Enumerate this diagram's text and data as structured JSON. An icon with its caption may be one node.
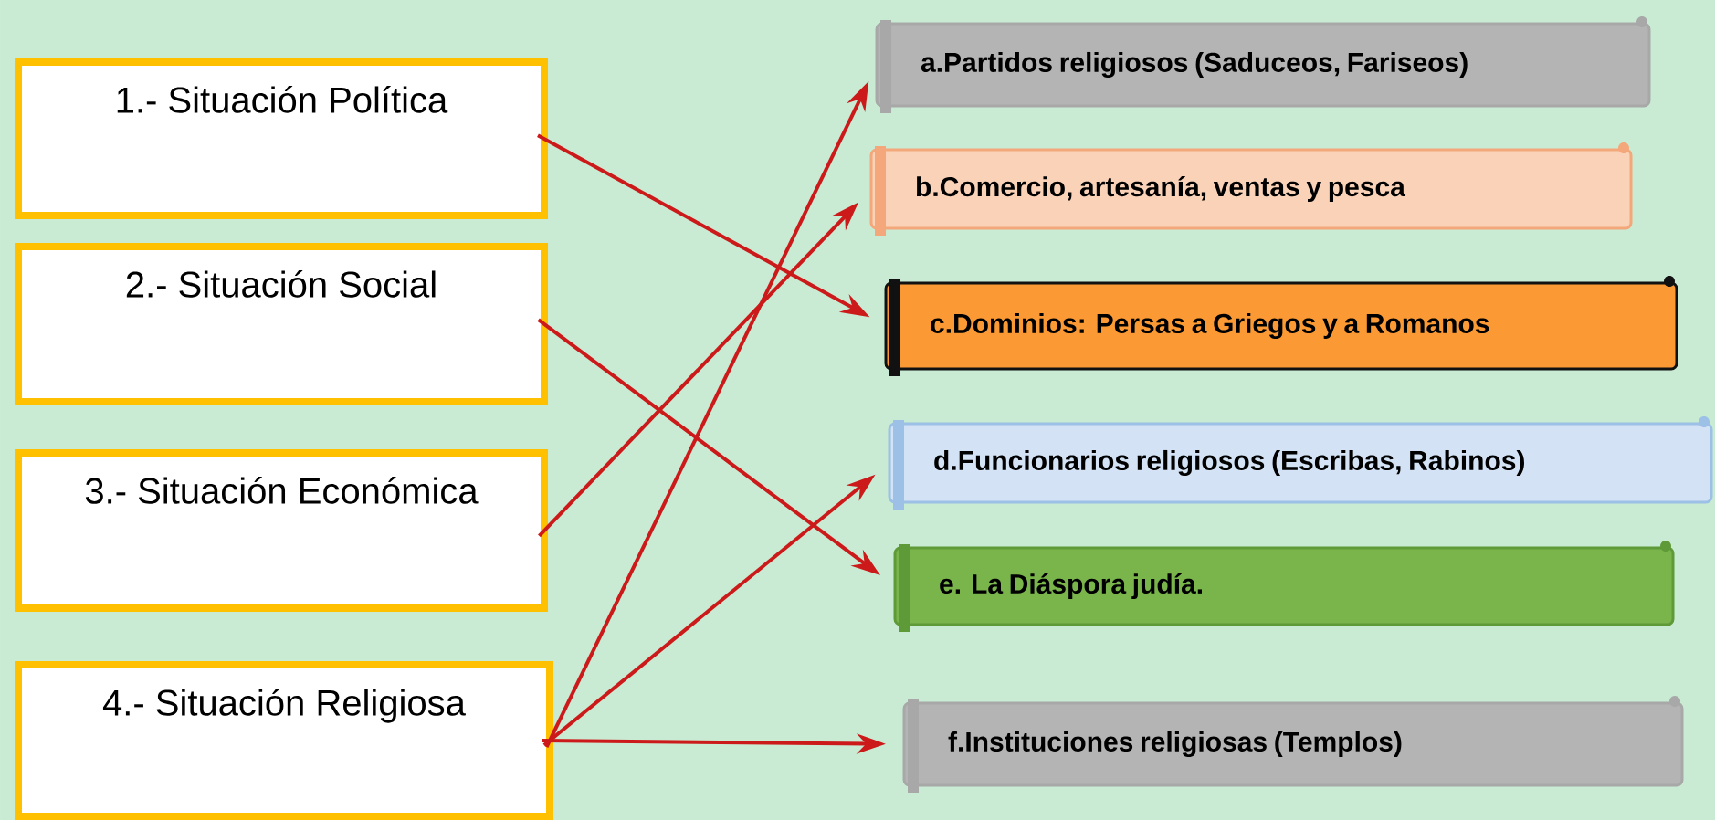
{
  "diagram": {
    "nodes": [
      {
        "text": [
          "1.- Situación Política"
        ]
      },
      {
        "text": [
          "2.- Situación Social"
        ]
      },
      {
        "text": [
          "3.- Situación Económica"
        ]
      },
      {
        "text": [
          "4.- Situación Religiosa"
        ]
      },
      {
        "text": [
          "a.Partidos religiosos (Saduceos, Fariseos)"
        ]
      },
      {
        "text": [
          "b.Comercio, artesanía, ventas y pesca"
        ]
      },
      {
        "text": [
          "c.Dominios: Persas a Griegos y a Romanos"
        ]
      },
      {
        "text": [
          "d.Funcionarios religiosos (Escribas, Rabinos)"
        ]
      },
      {
        "text": [
          "e. La Diáspora  judía."
        ]
      },
      {
        "text": [
          "f.Instituciones religiosas (Templos)"
        ]
      }
    ],
    "edges": [
      {
        "from": 0,
        "to": 6,
        "arrow": "to"
      },
      {
        "from": 1,
        "to": 8,
        "arrow": "to"
      },
      {
        "from": 2,
        "to": 5,
        "arrow": "to"
      },
      {
        "from": 3,
        "to": 4,
        "arrow": "to"
      },
      {
        "from": 3,
        "to": 7,
        "arrow": "to"
      },
      {
        "from": 3,
        "to": 9,
        "arrow": "to"
      }
    ]
  }
}
